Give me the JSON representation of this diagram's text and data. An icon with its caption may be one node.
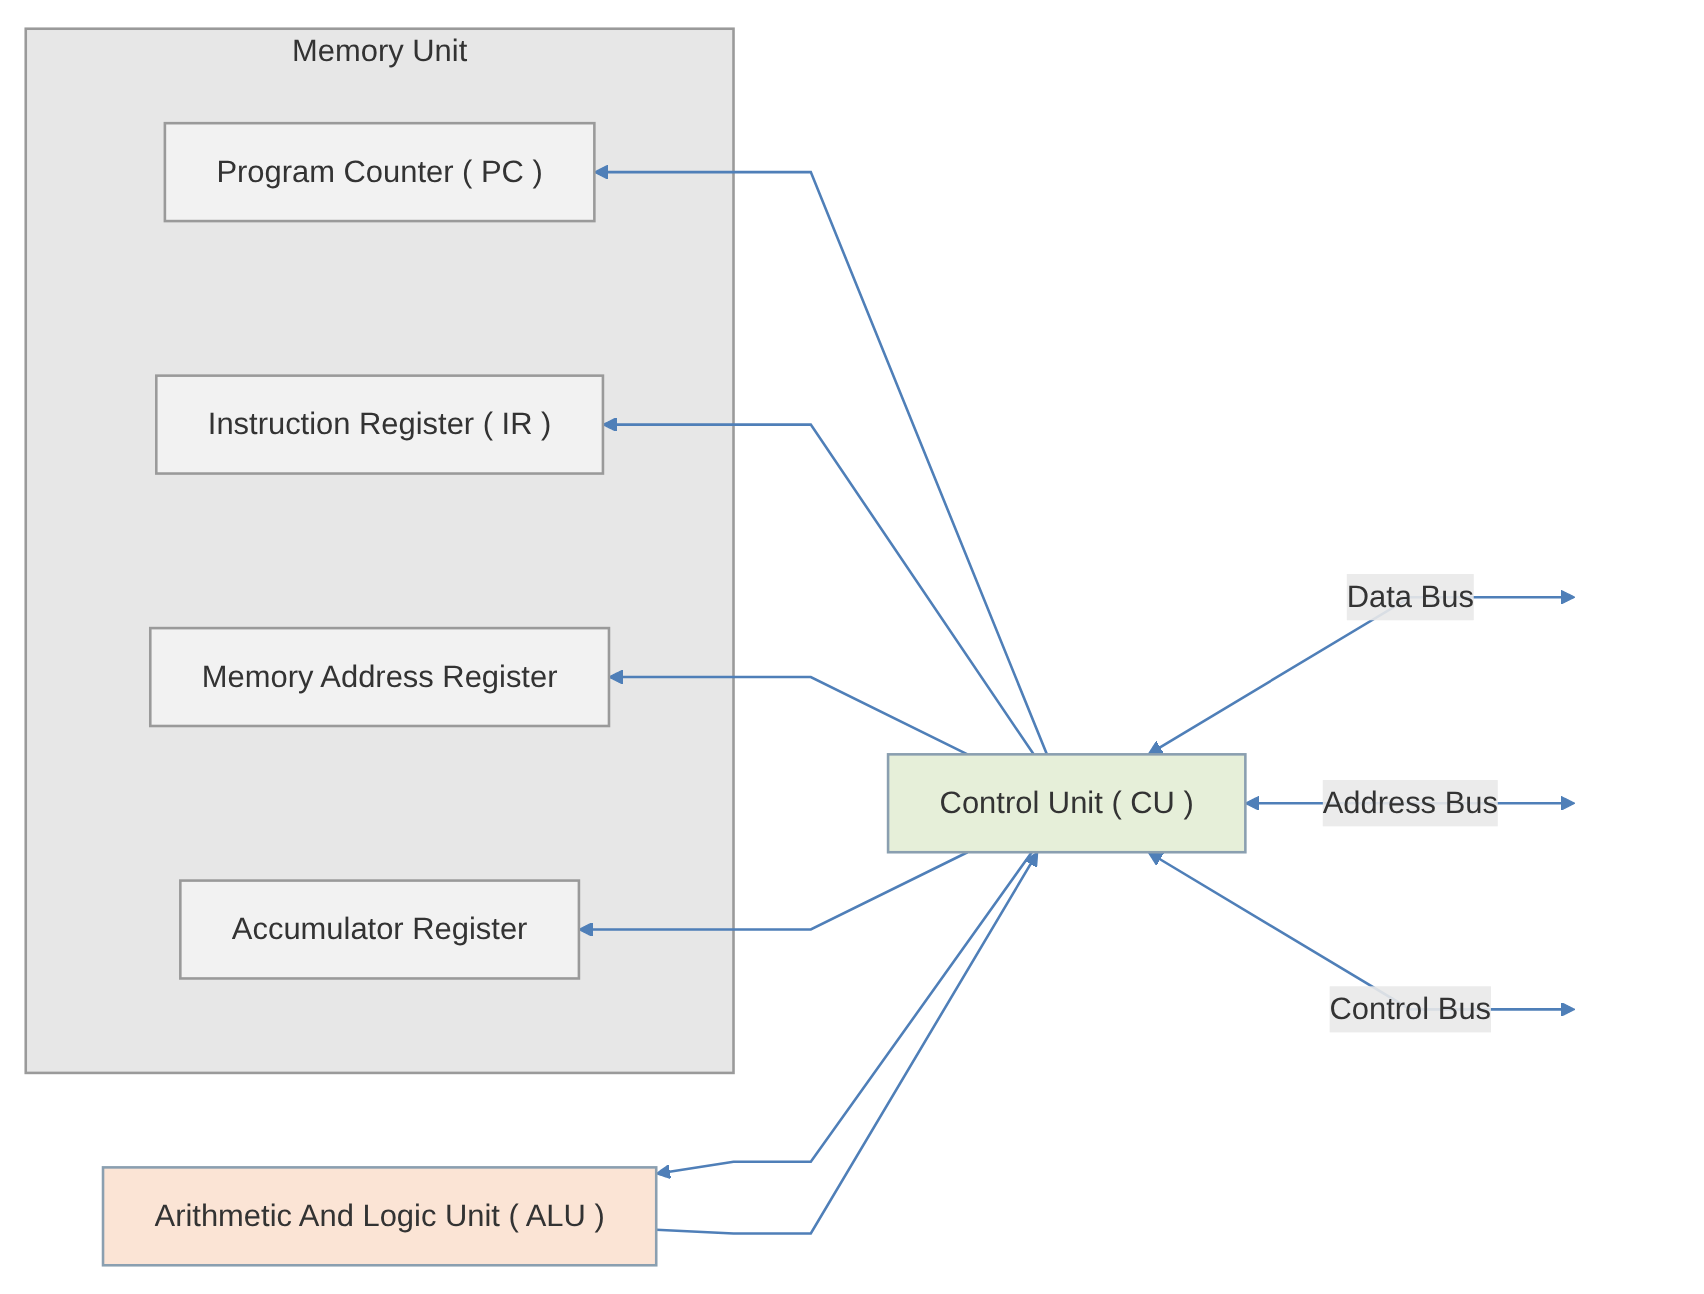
{
  "diagram": {
    "nodes": [
      {
        "text": [
          "Memory Unit"
        ]
      },
      {
        "text": [
          "Program Counter ( PC )"
        ],
        "in": 0
      },
      {
        "text": [
          "Instruction Register ( IR )"
        ],
        "in": 0
      },
      {
        "text": [
          "Memory Address Register"
        ],
        "in": 0
      },
      {
        "text": [
          "Accumulator Register"
        ],
        "in": 0
      },
      {
        "text": [
          "Control Unit ( CU )"
        ]
      },
      {
        "text": [
          "Arithmetic And Logic Unit ( ALU )"
        ]
      }
    ],
    "edges": [
      {
        "from": 5,
        "to": 1,
        "arrow": "to"
      },
      {
        "from": 5,
        "to": 2,
        "arrow": "to"
      },
      {
        "from": 5,
        "to": 3,
        "arrow": "to"
      },
      {
        "from": 5,
        "to": 4,
        "arrow": "to"
      },
      {
        "from": 6,
        "to": 5,
        "arrow": "to"
      },
      {
        "from": 5,
        "to": 6,
        "arrow": "to"
      },
      {
        "from": null,
        "to": 5,
        "arrow": "both",
        "label": "Data Bus"
      },
      {
        "from": null,
        "to": 5,
        "arrow": "both",
        "label": "Address Bus"
      },
      {
        "from": null,
        "to": 5,
        "arrow": "both",
        "label": "Control Bus"
      }
    ]
  }
}
